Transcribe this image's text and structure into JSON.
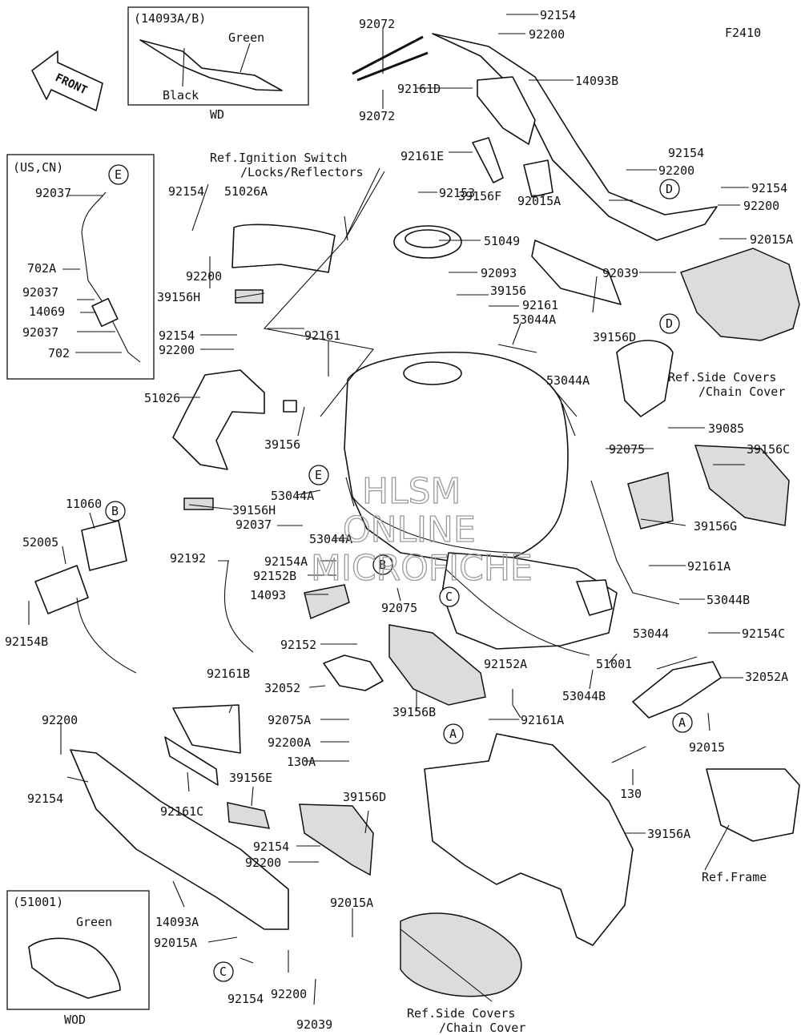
{
  "diagram_code": "F2410",
  "front_arrow_label": "FRONT",
  "watermark": [
    "HLSM",
    "ONLINE",
    "MICROFICHE"
  ],
  "inset_wd": {
    "title": "(14093A/B)",
    "green": "Green",
    "black": "Black",
    "caption": "WD"
  },
  "inset_us": {
    "title": "(US,CN)"
  },
  "inset_wod": {
    "title": "(51001)",
    "green": "Green",
    "caption": "WOD"
  },
  "refs": {
    "ignition_1": "Ref.Ignition Switch",
    "ignition_2": "/Locks/Reflectors",
    "side_covers_1": "Ref.Side Covers",
    "side_covers_2": "/Chain Cover",
    "frame": "Ref.Frame"
  },
  "circles": {
    "A": "A",
    "B": "B",
    "C": "C",
    "D": "D",
    "E": "E"
  },
  "labels": {
    "l92154_top": "92154",
    "l92200_top": "92200",
    "l14093B": "14093B",
    "l92072_a": "92072",
    "l92072_b": "92072",
    "l92161D": "92161D",
    "l92161E": "92161E",
    "l39156F": "39156F",
    "l92015A_a": "92015A",
    "l92154_b": "92154",
    "l92200_b": "92200",
    "l92154_c": "92154",
    "l92200_c": "92200",
    "l92015A_b": "92015A",
    "l92039_a": "92039",
    "l39156D_a": "39156D",
    "l92153": "92153",
    "l51049": "51049",
    "l92093": "92093",
    "l39156_a": "39156",
    "l92161_a": "92161",
    "l53044A_a": "53044A",
    "l53044A_b": "53044A",
    "l39085": "39085",
    "l92075_a": "92075",
    "l39156C": "39156C",
    "l39156G": "39156G",
    "l92161A_a": "92161A",
    "l53044B_a": "53044B",
    "l53044": "53044",
    "l92154C": "92154C",
    "l32052A": "32052A",
    "l51001": "51001",
    "l53044B_b": "53044B",
    "l92152A": "92152A",
    "l92161A_b": "92161A",
    "l92015_b": "92015",
    "l130": "130",
    "l39156A": "39156A",
    "l92154_d": "92154",
    "l51026A": "51026A",
    "l92200_d": "92200",
    "l39156H_a": "39156H",
    "l92161_b": "92161",
    "l92154_e": "92154",
    "l92200_e": "92200",
    "l51026": "51026",
    "l39156_b": "39156",
    "l53044A_c": "53044A",
    "l39156H_b": "39156H",
    "l92037_a": "92037",
    "l53044A_d": "53044A",
    "l92192": "92192",
    "l92154A": "92154A",
    "l92152B": "92152B",
    "l14093": "14093",
    "l92075_b": "92075",
    "l92152": "92152",
    "l32052": "32052",
    "l92075A": "92075A",
    "l92200A": "92200A",
    "l130A": "130A",
    "l39156B": "39156B",
    "l92037_b": "92037",
    "l702A": "702A",
    "l92037_c": "92037",
    "l14069": "14069",
    "l92037_d": "92037",
    "l702": "702",
    "l11060": "11060",
    "l52005": "52005",
    "l92154B": "92154B",
    "l92200_f": "92200",
    "l92154_f": "92154",
    "l92161B": "92161B",
    "l92161C": "92161C",
    "l39156E": "39156E",
    "l39156D_b": "39156D",
    "l92154_g": "92154",
    "l92200_g": "92200",
    "l14093A": "14093A",
    "l92015A_c": "92015A",
    "l92015A_d": "92015A",
    "l92154_h": "92154",
    "l92200_h": "92200",
    "l92039_b": "92039"
  }
}
